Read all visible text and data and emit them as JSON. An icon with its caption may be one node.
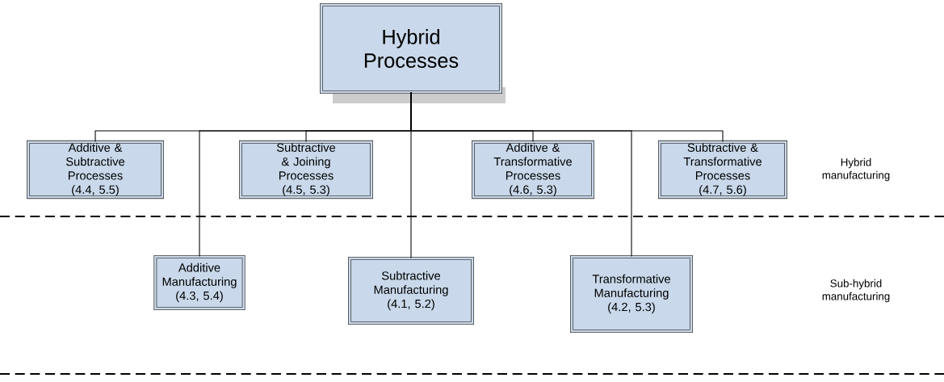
{
  "diagram": {
    "nodes": [
      {
        "text": [
          "Hybrid Processes"
        ]
      },
      {
        "text": [
          "Additive & Subtractive Processes",
          "(4.4, 5.5)"
        ]
      },
      {
        "text": [
          "Subtractive & Joining Processes",
          "(4.5, 5.3)"
        ]
      },
      {
        "text": [
          "Additive & Transformative Processes",
          "(4.6, 5.3)"
        ]
      },
      {
        "text": [
          "Subtractive & Transformative Processes",
          "(4.7, 5.6)"
        ]
      },
      {
        "text": [
          "Additive Manufacturing",
          "(4.3, 5.4)"
        ]
      },
      {
        "text": [
          "Subtractive Manufacturing",
          "(4.1, 5.2)"
        ]
      },
      {
        "text": [
          "Transformative Manufacturing",
          "(4.2, 5.3)"
        ]
      }
    ],
    "edges": [
      {
        "from": 0,
        "to": 1,
        "arrow": "none"
      },
      {
        "from": 0,
        "to": 2,
        "arrow": "none"
      },
      {
        "from": 0,
        "to": 3,
        "arrow": "none"
      },
      {
        "from": 0,
        "to": 4,
        "arrow": "none"
      },
      {
        "from": 0,
        "to": 5,
        "arrow": "none"
      },
      {
        "from": 0,
        "to": 6,
        "arrow": "none"
      },
      {
        "from": 0,
        "to": 7,
        "arrow": "none"
      }
    ],
    "labels": [
      "Hybrid manufacturing",
      "Sub-hybrid manufacturing"
    ]
  }
}
